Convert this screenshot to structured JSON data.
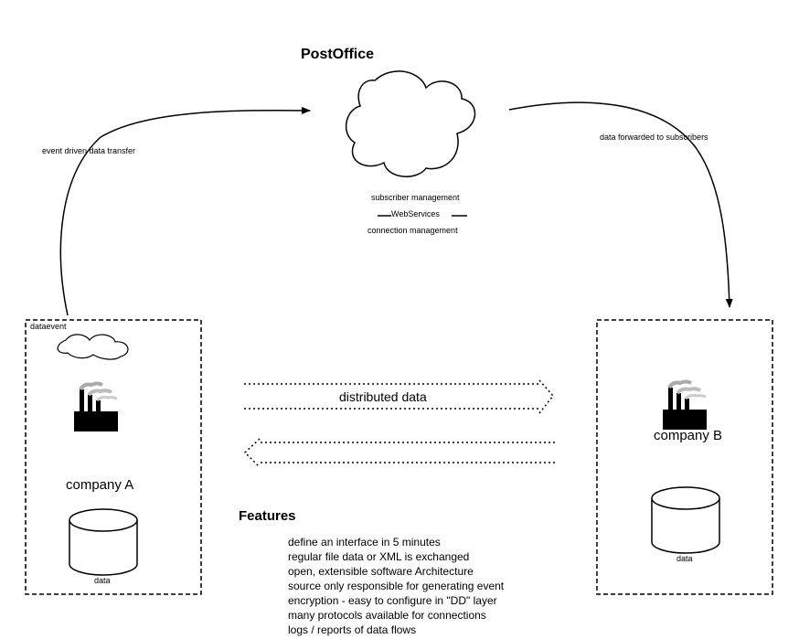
{
  "postoffice": {
    "title": "PostOffice",
    "subscriber": "subscriber management",
    "webservices": "WebServices",
    "connection": "connection management"
  },
  "arrows": {
    "left_label": "event driven data transfer",
    "right_label": "data forwarded to subscribers",
    "distributed": "distributed data"
  },
  "company_a": {
    "event_label": "dataevent",
    "name": "company A",
    "db_label": "data"
  },
  "company_b": {
    "name": "company B",
    "db_label": "data"
  },
  "features": {
    "heading": "Features",
    "items": [
      "define an interface in 5 minutes",
      "regular file data or XML is exchanged",
      "open, extensible software Architecture",
      "source only responsible for generating event",
      "encryption - easy to configure in \"DD\" layer",
      "many protocols available for connections",
      "logs / reports of data flows"
    ]
  }
}
